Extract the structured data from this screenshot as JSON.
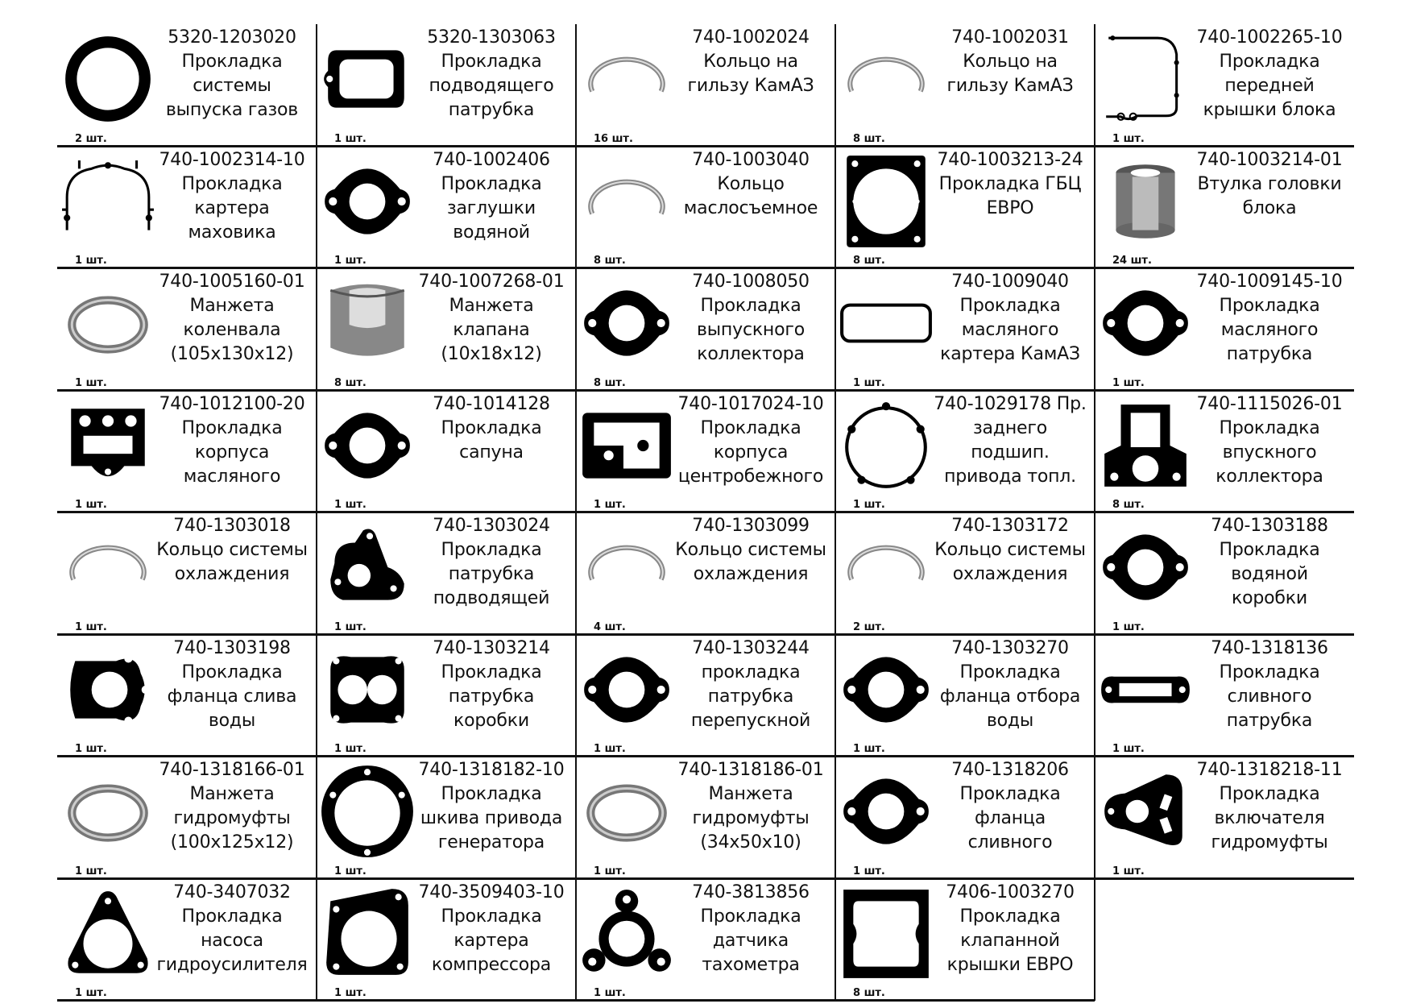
{
  "cells": [
    {
      "code": "5320-1203020",
      "desc": "Прокладка\nсистемы\nвыпуска газов",
      "qty": "2 шт.",
      "icon": "thick-ring-icon"
    },
    {
      "code": "5320-1303063",
      "desc": "Прокладка\nподводящего\nпатрубка",
      "qty": "1 шт.",
      "icon": "square-gasket-icon"
    },
    {
      "code": "740-1002024",
      "desc": "Кольцо на\nгильзу КамАЗ",
      "qty": "16 шт.",
      "icon": "snap-ring-icon"
    },
    {
      "code": "740-1002031",
      "desc": "Кольцо на\nгильзу КамАЗ",
      "qty": "8 шт.",
      "icon": "snap-ring-icon"
    },
    {
      "code": "740-1002265-10",
      "desc": "Прокладка\nпередней\nкрышки блока",
      "qty": "1 шт.",
      "icon": "cover-gasket-icon"
    },
    {
      "code": "740-1002314-10",
      "desc": "Прокладка\nкартера\nмаховика",
      "qty": "1 шт.",
      "icon": "housing-gasket-icon"
    },
    {
      "code": "740-1002406",
      "desc": "Прокладка\nзаглушки\nводяной",
      "qty": "1 шт.",
      "icon": "two-hole-gasket-icon"
    },
    {
      "code": "740-1003040",
      "desc": "Кольцо\nмаслосъемное",
      "qty": "8 шт.",
      "icon": "snap-ring-icon"
    },
    {
      "code": "740-1003213-24",
      "desc": "Прокладка ГБЦ\nЕВРО",
      "qty": "8 шт.",
      "icon": "head-gasket-icon"
    },
    {
      "code": "740-1003214-01",
      "desc": "Втулка головки\nблока",
      "qty": "24 шт.",
      "icon": "sleeve-icon"
    },
    {
      "code": "740-1005160-01",
      "desc": "Манжета\nколенвала\n(105х130х12)",
      "qty": "1 шт.",
      "icon": "seal-ring-icon"
    },
    {
      "code": "740-1007268-01",
      "desc": "Манжета\nклапана\n(10х18х12)",
      "qty": "8 шт.",
      "icon": "valve-seal-icon"
    },
    {
      "code": "740-1008050",
      "desc": "Прокладка\nвыпускного\nколлектора",
      "qty": "8 шт.",
      "icon": "two-hole-gasket-icon"
    },
    {
      "code": "740-1009040",
      "desc": "Прокладка\nмасляного\nкартера КамАЗ",
      "qty": "1 шт.",
      "icon": "pan-gasket-icon"
    },
    {
      "code": "740-1009145-10",
      "desc": "Прокладка\nмасляного\nпатрубка",
      "qty": "1 шт.",
      "icon": "two-hole-gasket-icon"
    },
    {
      "code": "740-1012100-20",
      "desc": "Прокладка\nкорпуса\nмасляного",
      "qty": "1 шт.",
      "icon": "filter-gasket-icon"
    },
    {
      "code": "740-1014128",
      "desc": "Прокладка\nсапуна",
      "qty": "1 шт.",
      "icon": "two-hole-gasket-icon"
    },
    {
      "code": "740-1017024-10",
      "desc": "Прокладка\nкорпуса\nцентробежного",
      "qty": "1 шт.",
      "icon": "rect-gasket-icon"
    },
    {
      "code": "740-1029178 Пр.",
      "desc": "заднего\nподшип.\nпривода топл.",
      "qty": "1 шт.",
      "icon": "round-gasket-icon"
    },
    {
      "code": "740-1115026-01",
      "desc": "Прокладка\nвпускного\nколлектора",
      "qty": "8 шт.",
      "icon": "intake-gasket-icon"
    },
    {
      "code": "740-1303018",
      "desc": "Кольцо системы\nохлаждения",
      "qty": "1 шт.",
      "icon": "snap-ring-icon"
    },
    {
      "code": "740-1303024",
      "desc": "Прокладка\nпатрубка\nподводящей",
      "qty": "1 шт.",
      "icon": "odd-gasket-icon"
    },
    {
      "code": "740-1303099",
      "desc": "Кольцо системы\nохлаждения",
      "qty": "4 шт.",
      "icon": "snap-ring-icon"
    },
    {
      "code": "740-1303172",
      "desc": "Кольцо системы\nохлаждения",
      "qty": "2 шт.",
      "icon": "snap-ring-icon"
    },
    {
      "code": "740-1303188",
      "desc": "Прокладка\nводяной\nкоробки",
      "qty": "1 шт.",
      "icon": "two-hole-gasket-icon"
    },
    {
      "code": "740-1303198",
      "desc": "Прокладка\nфланца слива\nводы",
      "qty": "1 шт.",
      "icon": "flange-gasket-icon"
    },
    {
      "code": "740-1303214",
      "desc": "Прокладка\nпатрубка\nкоробки",
      "qty": "1 шт.",
      "icon": "double-hole-gasket-icon"
    },
    {
      "code": "740-1303244",
      "desc": "прокладка\nпатрубка\nперепускной",
      "qty": "1 шт.",
      "icon": "two-hole-gasket-icon"
    },
    {
      "code": "740-1303270",
      "desc": "Прокладка\nфланца отбора\nводы",
      "qty": "1 шт.",
      "icon": "two-hole-gasket-icon"
    },
    {
      "code": "740-1318136",
      "desc": "Прокладка\nсливного\nпатрубка",
      "qty": "1 шт.",
      "icon": "slot-gasket-icon"
    },
    {
      "code": "740-1318166-01",
      "desc": "Манжета\nгидромуфты\n(100х125х12)",
      "qty": "1 шт.",
      "icon": "seal-ring-icon"
    },
    {
      "code": "740-1318182-10",
      "desc": "Прокладка\nшкива привода\nгенератора",
      "qty": "1 шт.",
      "icon": "big-round-gasket-icon"
    },
    {
      "code": "740-1318186-01",
      "desc": "Манжета\nгидромуфты\n(34х50х10)",
      "qty": "1 шт.",
      "icon": "seal-ring-icon"
    },
    {
      "code": "740-1318206",
      "desc": "Прокладка\nфланца\nсливного",
      "qty": "1 шт.",
      "icon": "two-hole-gasket-icon"
    },
    {
      "code": "740-1318218-11",
      "desc": "Прокладка\nвключателя\nгидромуфты",
      "qty": "1 шт.",
      "icon": "switch-gasket-icon"
    },
    {
      "code": "740-3407032",
      "desc": "Прокладка\nнасоса\nгидроусилителя",
      "qty": "1 шт.",
      "icon": "triangle-gasket-icon"
    },
    {
      "code": "740-3509403-10",
      "desc": "Прокладка\nкартера\nкомпрессора",
      "qty": "1 шт.",
      "icon": "compressor-gasket-icon"
    },
    {
      "code": "740-3813856",
      "desc": "Прокладка\nдатчика\nтахометра",
      "qty": "1 шт.",
      "icon": "three-lobe-gasket-icon"
    },
    {
      "code": "7406-1003270",
      "desc": "Прокладка\nклапанной\nкрышки ЕВРО",
      "qty": "8 шт.",
      "icon": "valve-cover-gasket-icon"
    }
  ]
}
